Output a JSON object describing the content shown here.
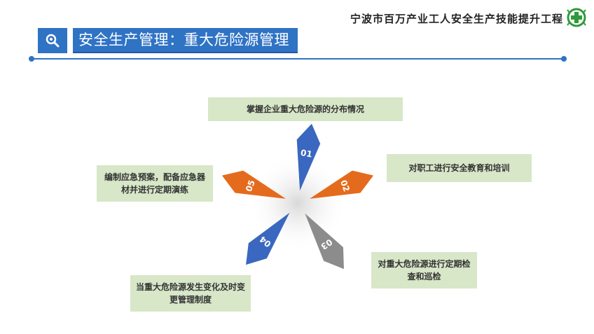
{
  "brand": {
    "name": "宁波市百万产业工人安全生产技能提升工程"
  },
  "header": {
    "title": "安全生产管理：重大危险源管理",
    "icon": "search-icon"
  },
  "steps": [
    {
      "num": "01",
      "text": "掌握企业重大危险源的分布情况",
      "color": "#3a67bf"
    },
    {
      "num": "02",
      "text": "对职工进行安全教育和培训",
      "color": "#e46b1d"
    },
    {
      "num": "03",
      "text": "对重大危险源进行定期检查和巡检",
      "color": "#8c8c8c"
    },
    {
      "num": "04",
      "text": "当重大危险源发生变化及时变更管理制度",
      "color": "#3a67bf"
    },
    {
      "num": "05",
      "text": "编制应急预案，配备应急器材并进行定期演练",
      "color": "#e46b1d"
    }
  ],
  "colors": {
    "accent": "#2f73c5",
    "box": "#d7e7c8",
    "logo": "#2e9b3a"
  }
}
